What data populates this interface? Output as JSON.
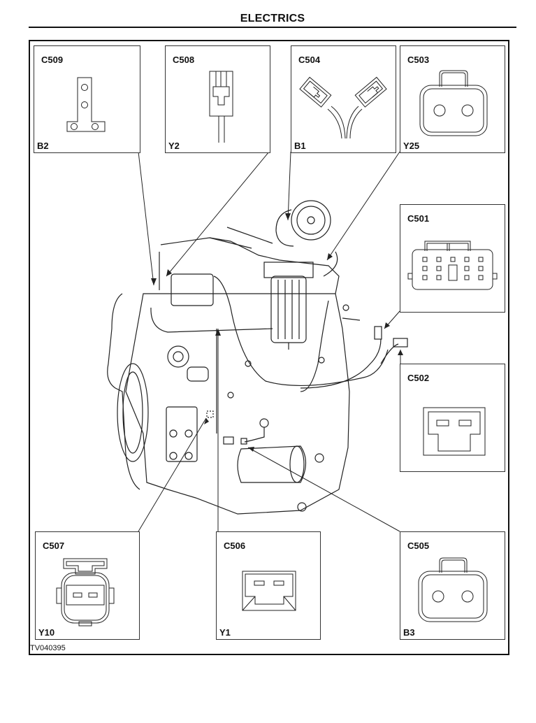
{
  "header": {
    "title": "ELECTRICS"
  },
  "figure_number": "TV040395",
  "connectors": [
    {
      "id": "C509",
      "code": "B2",
      "shape": "t-plate-3-hole"
    },
    {
      "id": "C508",
      "code": "Y2",
      "shape": "single-blade-plug"
    },
    {
      "id": "C504",
      "code": "B1",
      "shape": "twin-spade-pair"
    },
    {
      "id": "C503",
      "code": "Y25",
      "shape": "2-pin-round-latch"
    },
    {
      "id": "C501",
      "code": "",
      "shape": "14-pin-multiplug"
    },
    {
      "id": "C502",
      "code": "",
      "shape": "2-pin-rectangular"
    },
    {
      "id": "C507",
      "code": "Y10",
      "shape": "2-pin-sealed-latch"
    },
    {
      "id": "C506",
      "code": "Y1",
      "shape": "2-pin-keyed"
    },
    {
      "id": "C505",
      "code": "B3",
      "shape": "2-pin-round-latch"
    }
  ]
}
